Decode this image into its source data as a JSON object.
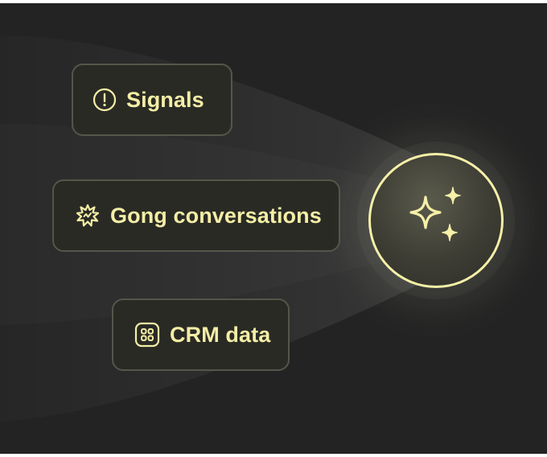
{
  "sources": {
    "signals": {
      "label": "Signals",
      "icon": "alert-circle-icon"
    },
    "gong": {
      "label": "Gong conversations",
      "icon": "gong-burst-icon"
    },
    "crm": {
      "label": "CRM data",
      "icon": "grid-apps-icon"
    }
  },
  "ai_badge": {
    "icon": "sparkles-icon"
  },
  "colors": {
    "background": "#232323",
    "accent": "#f4eea6",
    "pill_border": "#55554a",
    "pill_fill": "#2a2a25"
  }
}
